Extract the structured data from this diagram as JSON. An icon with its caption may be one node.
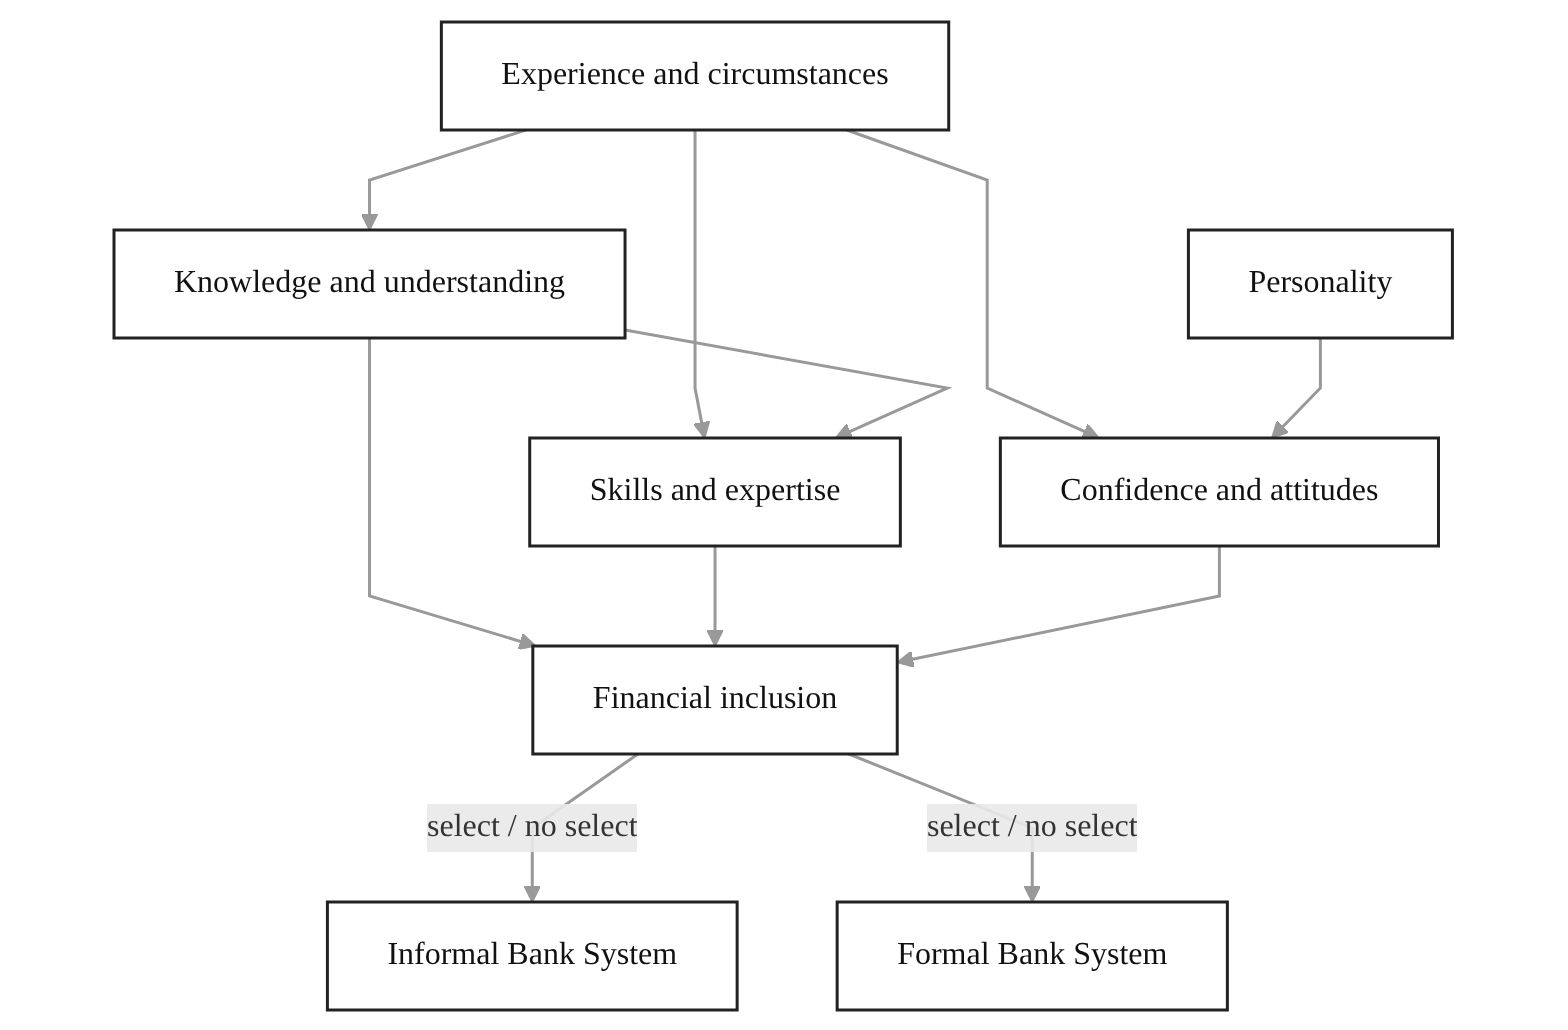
{
  "diagram": {
    "nodes": [
      {
        "text": [
          "Experience and circumstances"
        ]
      },
      {
        "text": [
          "Personality"
        ]
      },
      {
        "text": [
          "Knowledge and understanding"
        ]
      },
      {
        "text": [
          "Skills and expertise"
        ]
      },
      {
        "text": [
          "Confidence and attitudes"
        ]
      },
      {
        "text": [
          "Financial inclusion"
        ]
      },
      {
        "text": [
          "Informal Bank System"
        ]
      },
      {
        "text": [
          "Formal Bank System"
        ]
      }
    ],
    "edges": [
      {
        "from": 0,
        "to": 2,
        "arrow": "to"
      },
      {
        "from": 0,
        "to": 3,
        "arrow": "to"
      },
      {
        "from": 0,
        "to": 4,
        "arrow": "to"
      },
      {
        "from": 1,
        "to": 4,
        "arrow": "to"
      },
      {
        "from": 2,
        "to": 3,
        "arrow": "to"
      },
      {
        "from": 2,
        "to": 5,
        "arrow": "to"
      },
      {
        "from": 3,
        "to": 5,
        "arrow": "to"
      },
      {
        "from": 4,
        "to": 5,
        "arrow": "to"
      },
      {
        "from": 5,
        "to": 6,
        "arrow": "to",
        "label": "select / no select"
      },
      {
        "from": 5,
        "to": 7,
        "arrow": "to",
        "label": "select / no select"
      }
    ]
  }
}
